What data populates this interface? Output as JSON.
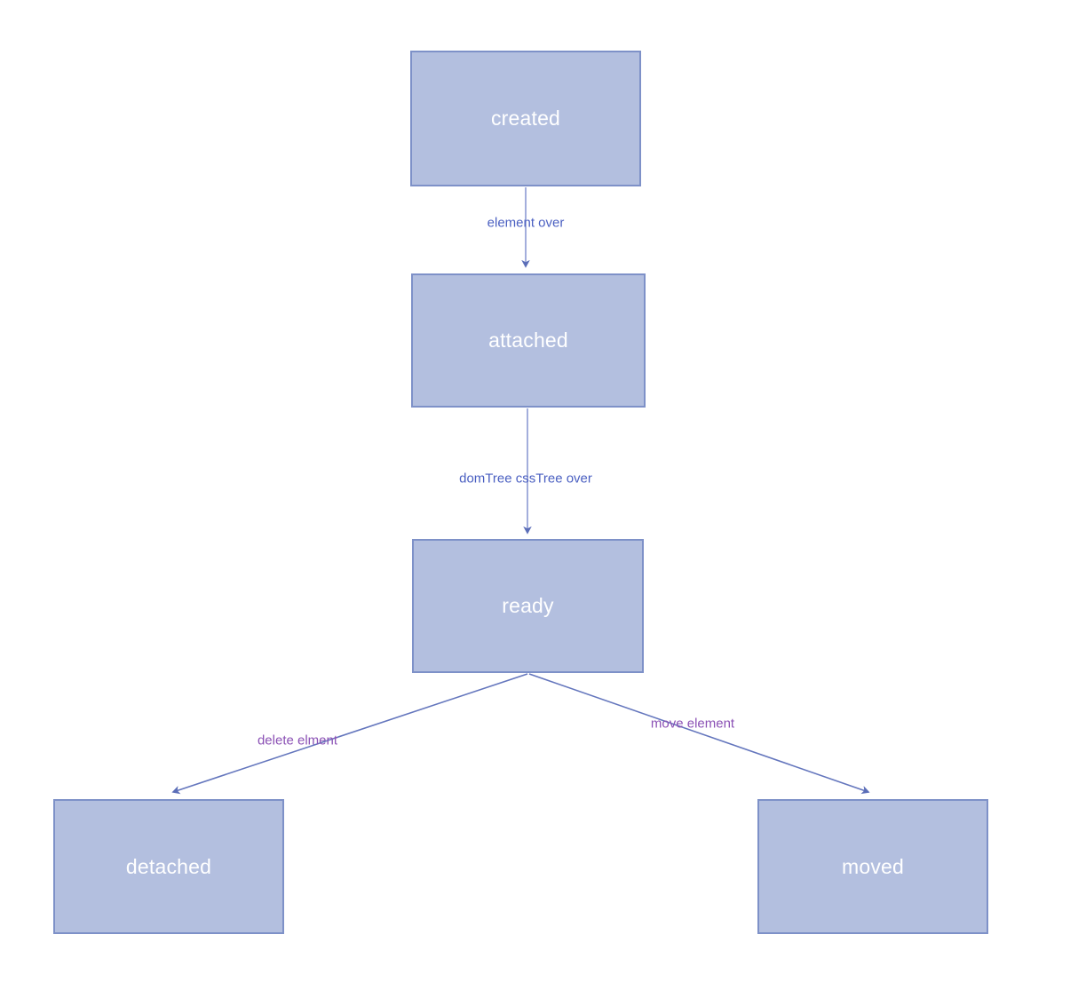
{
  "diagram": {
    "title": "DOM element lifecycle state diagram",
    "type": "flowchart",
    "background_color": "#ffffff",
    "node_fill_color": "#b3bfdf",
    "node_border_color": "#7e91c8",
    "node_text_color": "#ffffff",
    "edge_line_color": "#5b6eb8",
    "edge_label_blue": "#4a5fc1",
    "edge_label_purple": "#8b51b5",
    "nodes": [
      {
        "id": "created",
        "label": "created"
      },
      {
        "id": "attached",
        "label": "attached"
      },
      {
        "id": "ready",
        "label": "ready"
      },
      {
        "id": "detached",
        "label": "detached"
      },
      {
        "id": "moved",
        "label": "moved"
      }
    ],
    "edges": [
      {
        "from": "created",
        "to": "attached",
        "label": "element over",
        "label_color": "#4a5fc1"
      },
      {
        "from": "attached",
        "to": "ready",
        "label": "domTree cssTree over",
        "label_color": "#4a5fc1"
      },
      {
        "from": "ready",
        "to": "detached",
        "label": "delete elment",
        "label_color": "#8b51b5"
      },
      {
        "from": "ready",
        "to": "moved",
        "label": "move element",
        "label_color": "#8b51b5"
      }
    ]
  }
}
